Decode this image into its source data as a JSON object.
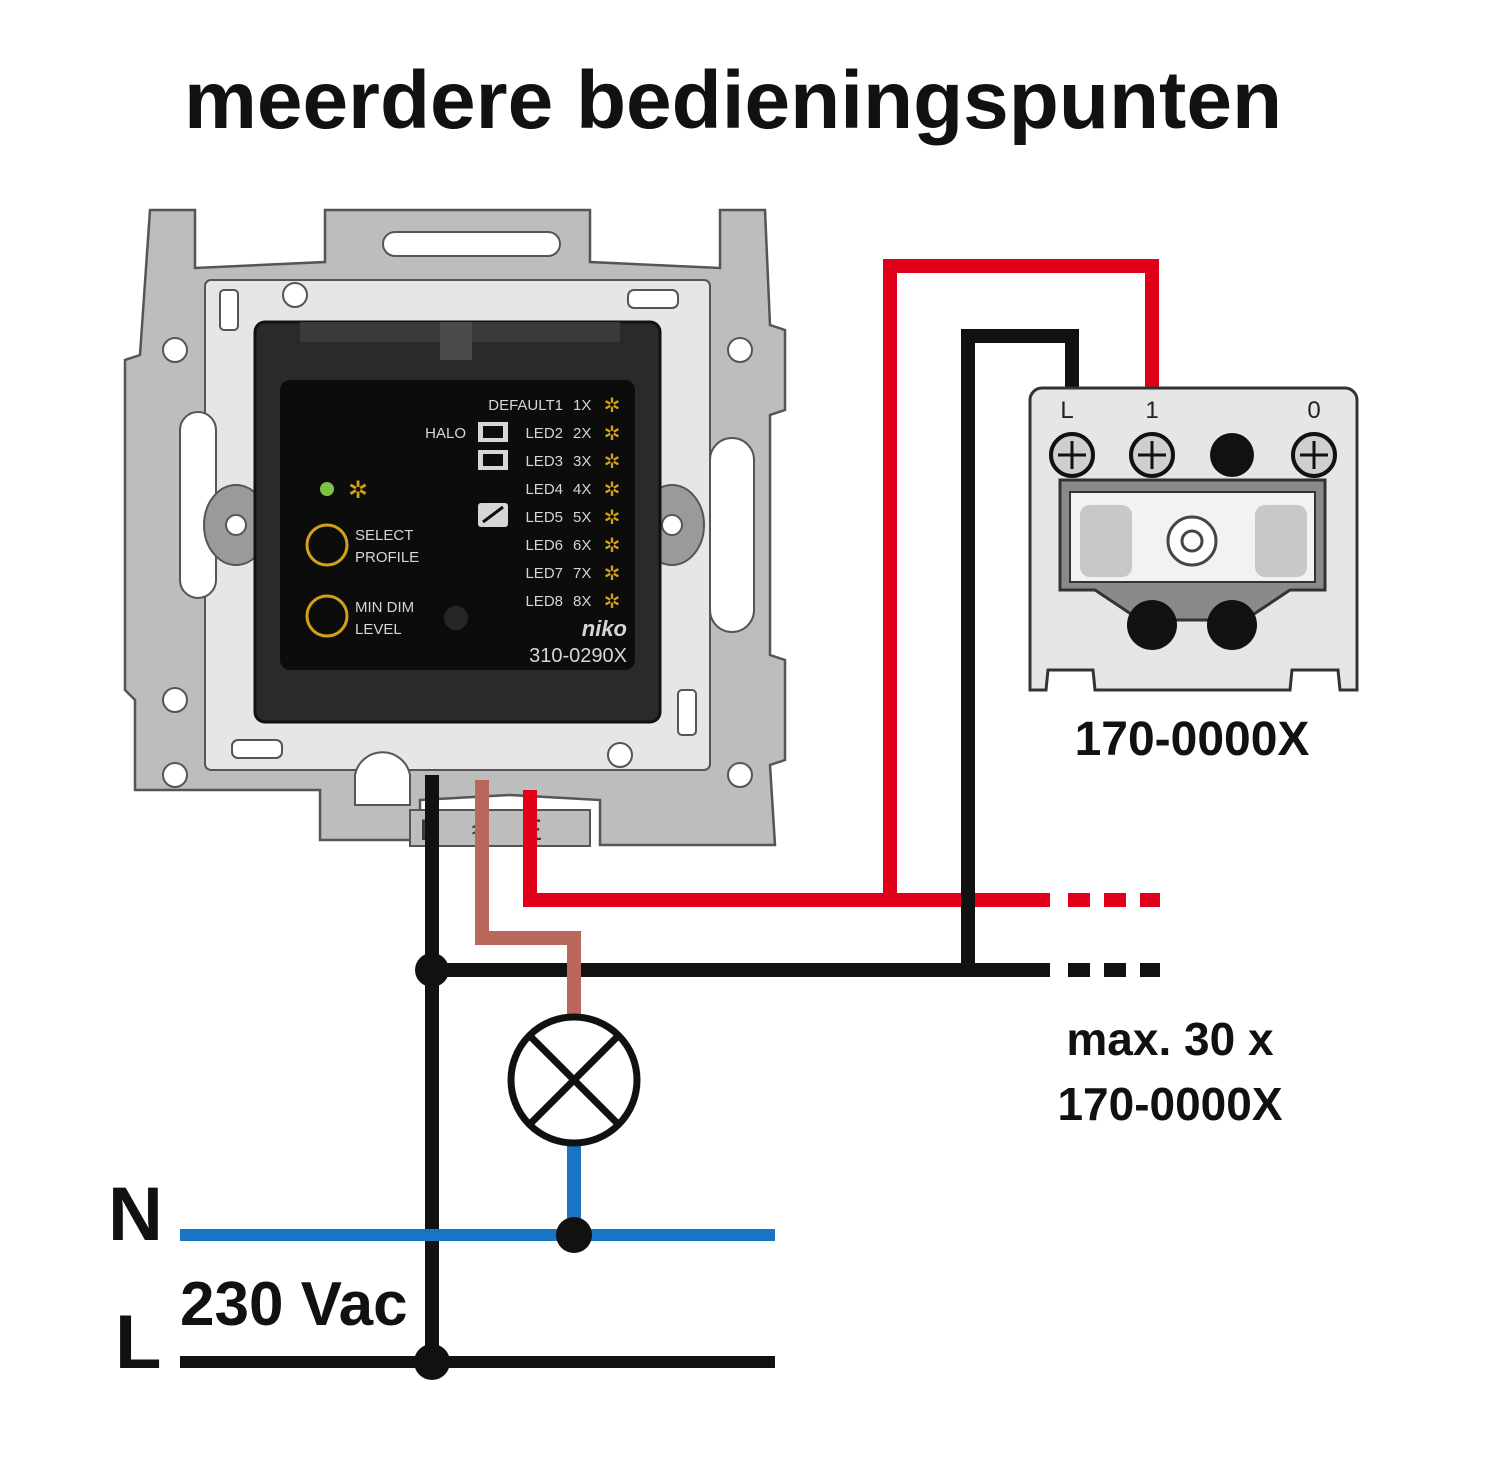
{
  "title": "meerdere bedieningspunten",
  "dimmer": {
    "brand": "niko",
    "model": "310-0290X",
    "profiles": [
      {
        "left": "",
        "label": "DEFAULT1",
        "num": "1X"
      },
      {
        "left": "HALO",
        "label": "LED2",
        "num": "2X"
      },
      {
        "left": "",
        "label": "LED3",
        "num": "3X"
      },
      {
        "left": "",
        "label": "LED4",
        "num": "4X"
      },
      {
        "left": "",
        "label": "LED5",
        "num": "5X"
      },
      {
        "left": "",
        "label": "LED6",
        "num": "6X"
      },
      {
        "left": "",
        "label": "LED7",
        "num": "7X"
      },
      {
        "left": "",
        "label": "LED8",
        "num": "8X"
      }
    ],
    "select_button": {
      "line1": "SELECT",
      "line2": "PROFILE"
    },
    "min_dim_button": {
      "line1": "MIN DIM",
      "line2": "LEVEL"
    },
    "terminals": {
      "left": "L",
      "mid": "≈",
      "right": "E"
    }
  },
  "pushbutton": {
    "terminals": [
      "L",
      "1",
      "0"
    ],
    "code": "170-0000X"
  },
  "extension_note": {
    "line1": "max. 30 x",
    "line2": "170-0000X"
  },
  "supply": {
    "n_label": "N",
    "l_label": "L",
    "voltage": "230 Vac"
  },
  "colors": {
    "red_wire": "#e1001a",
    "black_wire": "#111111",
    "brown_wire": "#b8675a",
    "blue_wire": "#1a74c4",
    "frame_gray": "#bdbdbd",
    "amber": "#d4a017"
  }
}
